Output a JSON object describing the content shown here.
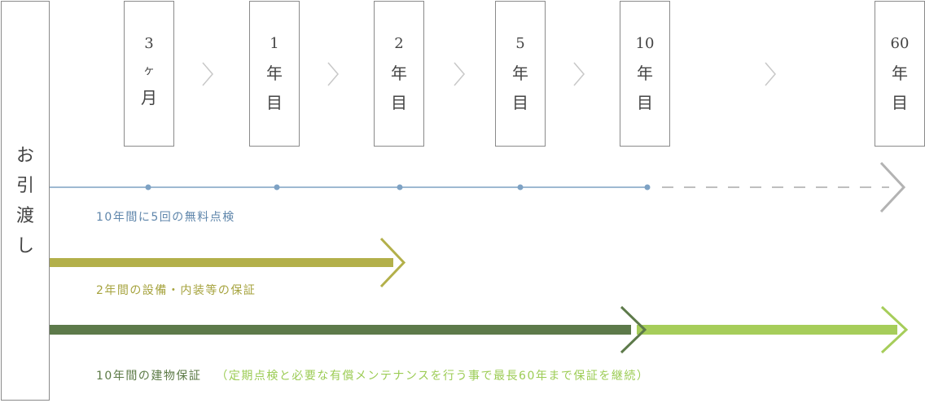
{
  "handover": {
    "chars": [
      "お",
      "引",
      "渡",
      "し"
    ]
  },
  "milestones": [
    {
      "lines": [
        "3",
        "ヶ",
        "月"
      ]
    },
    {
      "lines": [
        "1",
        "年",
        "目"
      ]
    },
    {
      "lines": [
        "2",
        "年",
        "目"
      ]
    },
    {
      "lines": [
        "5",
        "年",
        "目"
      ]
    },
    {
      "lines": [
        "10",
        "年",
        "目"
      ]
    },
    {
      "lines": [
        "60",
        "年",
        "目"
      ]
    }
  ],
  "inspection": {
    "label": "10年間に5回の無料点検",
    "color": "#7ea2c4",
    "count": 5
  },
  "equipment_warranty": {
    "label": "2年間の設備・内装等の保証",
    "color": "#b3b04a",
    "years": 2
  },
  "building_warranty": {
    "label": "10年間の建物保証",
    "note": "（定期点検と必要な有償メンテナンスを行う事で最長60年まで保証を継続）",
    "color_base": "#5d7a4a",
    "color_extension": "#a6cd5a",
    "base_years": 10,
    "max_years": 60
  },
  "colors": {
    "border": "#8a8a8a",
    "chevron": "#c8c8c8"
  }
}
